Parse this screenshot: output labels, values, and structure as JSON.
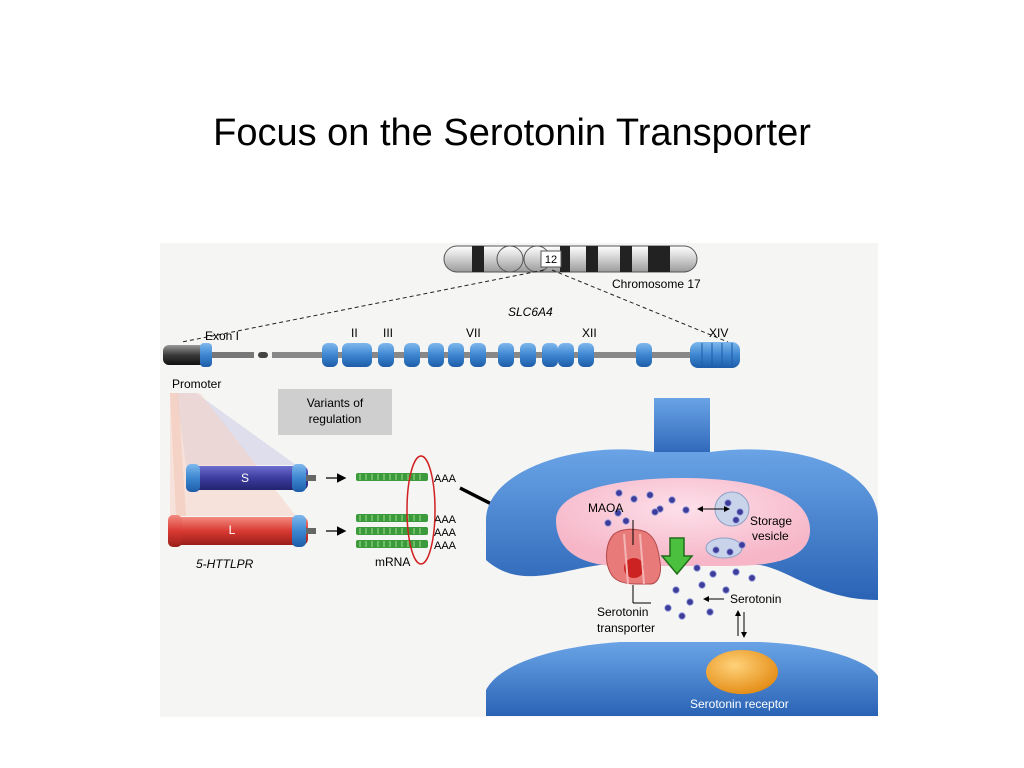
{
  "slide": {
    "title": "Focus on the Serotonin Transporter"
  },
  "figure": {
    "chromosome": {
      "band_label": "12",
      "name": "Chromosome 17"
    },
    "gene": {
      "name": "SLC6A4",
      "exon_labels": {
        "exon1": "Exon I",
        "ii": "II",
        "iii": "III",
        "vii": "VII",
        "xii": "XII",
        "xiv": "XIV"
      },
      "promoter_label": "Promoter"
    },
    "variants_box": {
      "line1": "Variants of",
      "line2": "regulation"
    },
    "alleles": {
      "short": "S",
      "long": "L",
      "polymorphism": "5-HTTLPR"
    },
    "mrna": {
      "label": "mRNA",
      "tails": [
        "AAA",
        "AAA",
        "AAA",
        "AAA"
      ]
    },
    "synapse": {
      "maoa": "MAOA",
      "storage_line1": "Storage",
      "storage_line2": "vesicle",
      "serotonin": "Serotonin",
      "transporter_line1": "Serotonin",
      "transporter_line2": "transporter",
      "receptor": "Serotonin receptor"
    },
    "colors": {
      "exon_blue": "#3d86d0",
      "short_allele": "#3b3c9e",
      "long_allele": "#d93a32",
      "mrna_green": "#3b9a3b",
      "neuron_blue": "#2f6fc4",
      "serotonin_dot": "#3e3e9a",
      "highlight_oval": "#d02020",
      "uptake_arrow": "#4bbf3e"
    }
  }
}
